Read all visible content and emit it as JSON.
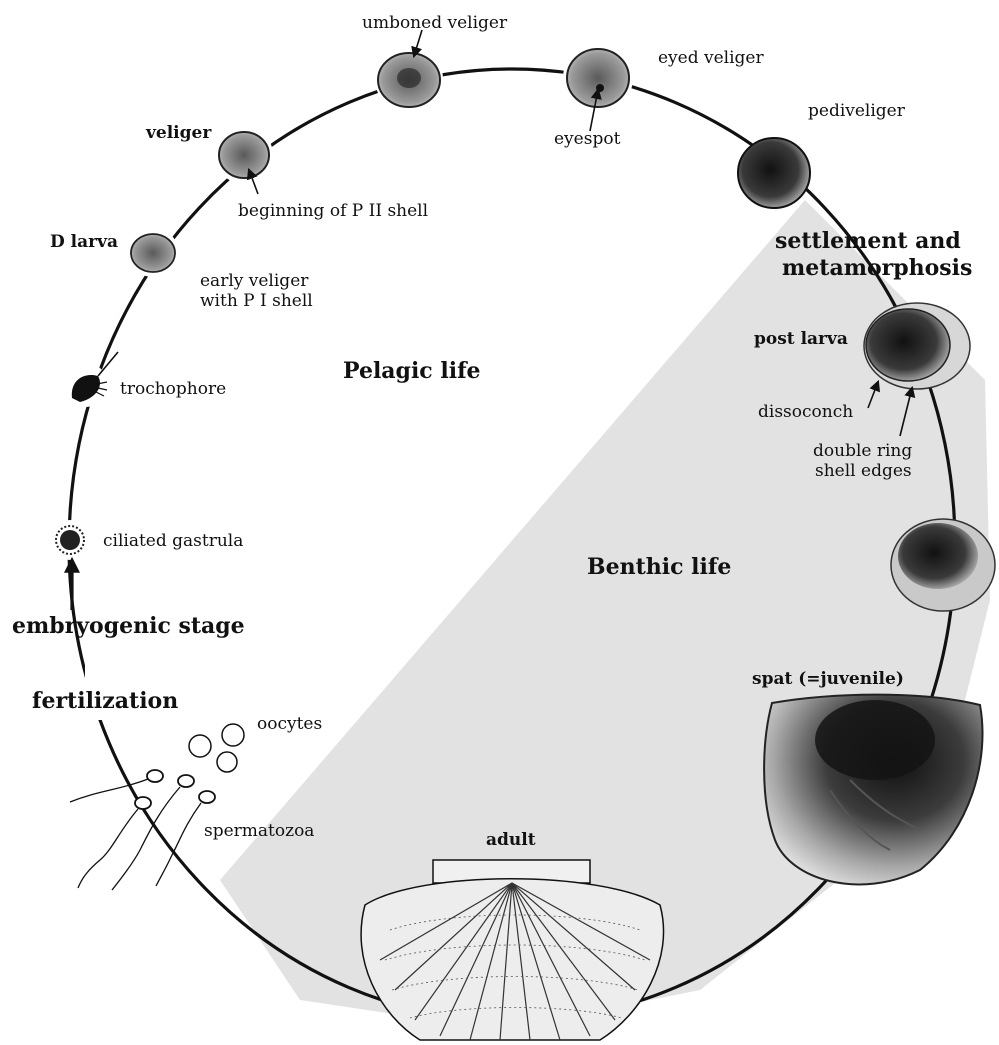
{
  "labels": {
    "umboned_veliger": "umboned veliger",
    "eyed_veliger": "eyed veliger",
    "pediveliger": "pediveliger",
    "eyespot": "eyespot",
    "veliger": "veliger",
    "beginning_pii": "beginning of P II shell",
    "d_larva": "D larva",
    "early_veliger_1": "early veliger",
    "early_veliger_2": "with P I shell",
    "trochophore": "trochophore",
    "pelagic": "Pelagic life",
    "ciliated_gastrula": "ciliated gastrula",
    "embryogenic": "embryogenic stage",
    "fertilization": "fertilization",
    "oocytes": "oocytes",
    "spermatozoa": "spermatozoa",
    "adult": "adult",
    "settlement_1": "settlement and",
    "settlement_2": "metamorphosis",
    "post_larva": "post larva",
    "dissoconch": "dissoconch",
    "double_ring_1": "double ring",
    "double_ring_2": "shell edges",
    "benthic": "Benthic life",
    "spat": "spat (=juvenile)"
  },
  "colors": {
    "benthic_region": "#e2e2e2",
    "ink": "#111111"
  },
  "illustrations": {
    "shell": "shell-illustration",
    "trochophore": "trochophore-illustration",
    "gastrula": "gastrula-illustration",
    "oocyte": "oocyte-illustration",
    "sperm": "spermatozoon-illustration",
    "scallop": "scallop-illustration"
  }
}
